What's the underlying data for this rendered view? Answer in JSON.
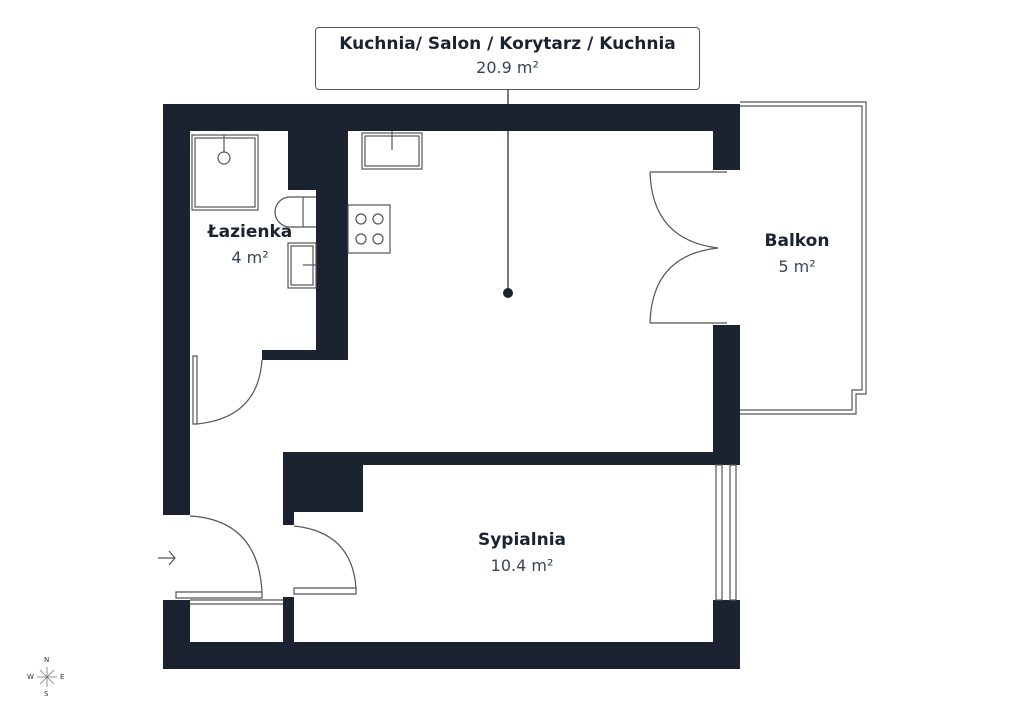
{
  "rooms": {
    "main": {
      "name": "Kuchnia/ Salon / Korytarz / Kuchnia",
      "area": "20.9 m²"
    },
    "bathroom": {
      "name": "Łazienka",
      "area": "4 m²"
    },
    "balcony": {
      "name": "Balkon",
      "area": "5 m²"
    },
    "bedroom": {
      "name": "Sypialnia",
      "area": "10.4 m²"
    }
  },
  "compass": {
    "n": "N",
    "s": "S",
    "e": "E",
    "w": "W"
  },
  "colors": {
    "wall": "#1b2230",
    "line": "#555555"
  }
}
